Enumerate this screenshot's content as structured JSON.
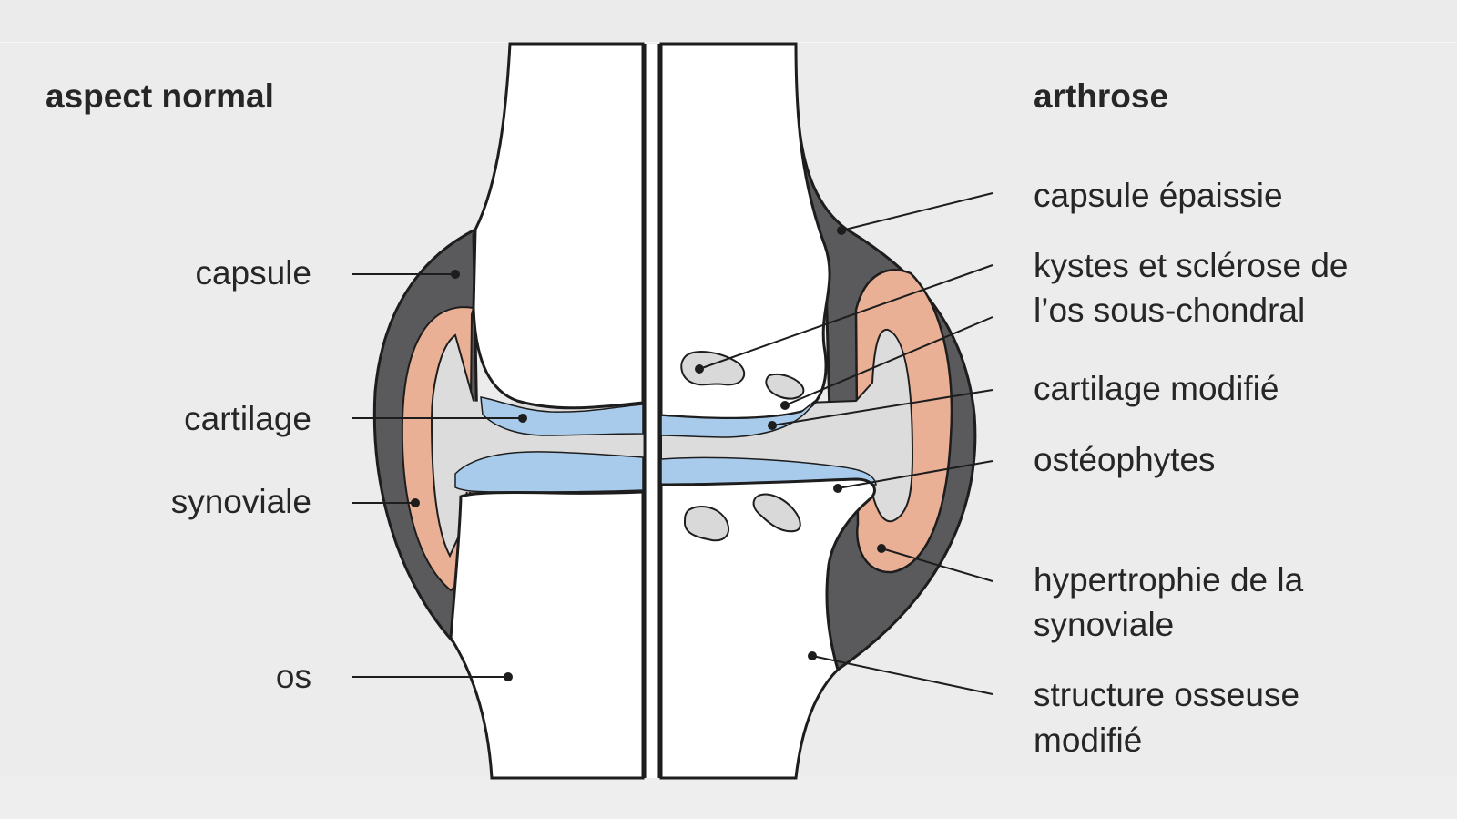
{
  "left_panel": {
    "title": "aspect normal",
    "labels": {
      "capsule": "capsule",
      "cartilage": "cartilage",
      "synovial": "synoviale",
      "bone": "os"
    }
  },
  "right_panel": {
    "title": "arthrose",
    "labels": {
      "thick_capsule_line1": "capsule épaissie",
      "cysts_line1": "kystes et sclérose de",
      "cysts_line2": "l’os sous-chondral",
      "cartilage_modified": "cartilage modifié",
      "osteophytes": "ostéophytes",
      "synovial_line1": "hypertrophie de la",
      "synovial_line2": "synoviale",
      "bone_line1": "structure osseuse",
      "bone_line2": "modifié"
    }
  },
  "colors": {
    "capsule": "#5a5a5c",
    "synovial": "#eab096",
    "cartilage": "#a8cbec",
    "joint_space": "#dcdcdc",
    "bone": "#ffffff",
    "outline": "#1d1d1d"
  }
}
